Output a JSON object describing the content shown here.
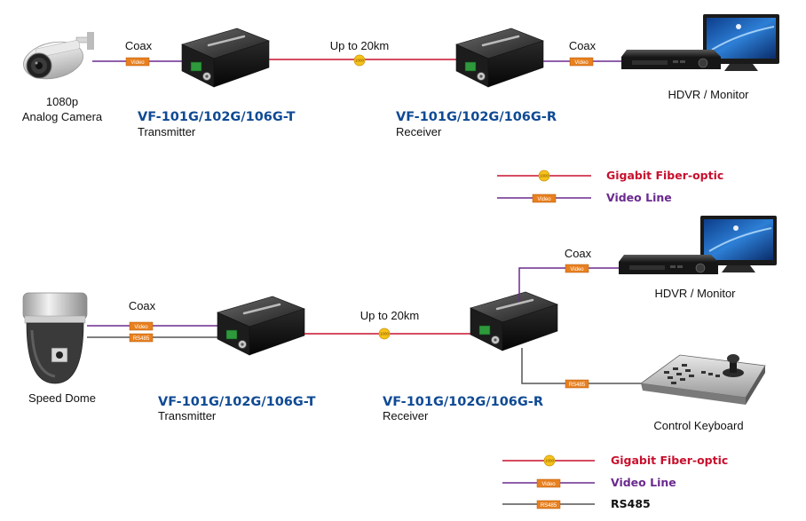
{
  "colors": {
    "fiber": "#c8102e",
    "video": "#6a2a8e",
    "rs485": "#555555",
    "model_text": "#0f4a94",
    "tag_fill": "#e8801f",
    "dot_fill": "#f6c21a"
  },
  "tags": {
    "video": "Video",
    "rs485": "RS485",
    "fiber_dot": "1000"
  },
  "top": {
    "camera_label_1": "1080p",
    "camera_label_2": "Analog Camera",
    "coax_left": "Coax",
    "distance": "Up to 20km",
    "coax_right": "Coax",
    "monitor_label": "HDVR / Monitor",
    "tx_model": "VF-101G/102G/106G-T",
    "tx_role": "Transmitter",
    "rx_model": "VF-101G/102G/106G-R",
    "rx_role": "Receiver"
  },
  "legend_top": {
    "fiber": "Gigabit Fiber-optic",
    "video": "Video Line"
  },
  "bottom": {
    "dome_label": "Speed Dome",
    "coax_left": "Coax",
    "distance": "Up to 20km",
    "coax_right": "Coax",
    "monitor_label": "HDVR / Monitor",
    "keyboard_label": "Control Keyboard",
    "tx_model": "VF-101G/102G/106G-T",
    "tx_role": "Transmitter",
    "rx_model": "VF-101G/102G/106G-R",
    "rx_role": "Receiver"
  },
  "legend_bottom": {
    "fiber": "Gigabit Fiber-optic",
    "video": "Video Line",
    "rs485": "RS485"
  }
}
